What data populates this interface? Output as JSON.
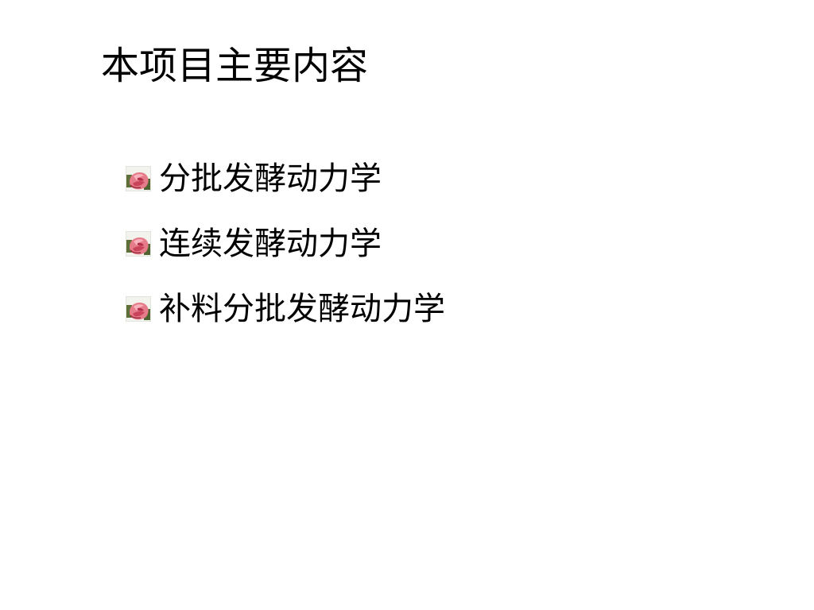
{
  "slide": {
    "title": "本项目主要内容",
    "bullets": [
      {
        "icon": "flower-bullet-icon",
        "text": "分批发酵动力学"
      },
      {
        "icon": "flower-bullet-icon",
        "text": "连续发酵动力学"
      },
      {
        "icon": "flower-bullet-icon",
        "text": "补料分批发酵动力学"
      }
    ]
  }
}
